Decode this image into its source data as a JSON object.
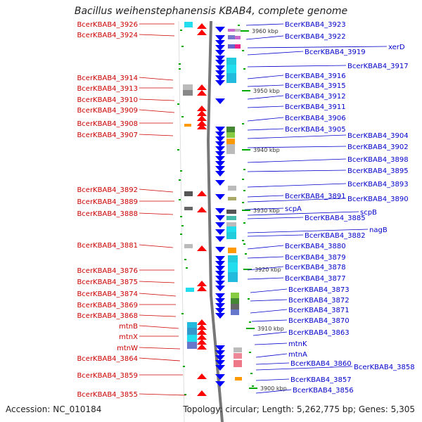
{
  "title": "Bacillus weihenstephanensis KBAB4, complete genome",
  "footer": {
    "accession": "Accession: NC_010184",
    "topology": "Topology: circular; Length: 5,262,775 bp; Genes: 5,305"
  },
  "colors": {
    "left_label": "#cc0000",
    "right_label": "#0000cc",
    "left_gene": "#ff0000",
    "right_gene": "#0000ff",
    "backbone": "#777777",
    "tick": "#00aa00"
  },
  "bp_ticks": [
    "3960 kbp",
    "3950 kbp",
    "3940 kbp",
    "3930 kbp",
    "3920 kbp",
    "3910 kbp",
    "3900 kbp"
  ],
  "left_labels": [
    "BcerKBAB4_3926",
    "BcerKBAB4_3924",
    "BcerKBAB4_3914",
    "BcerKBAB4_3913",
    "BcerKBAB4_3910",
    "BcerKBAB4_3909",
    "BcerKBAB4_3908",
    "BcerKBAB4_3907",
    "BcerKBAB4_3892",
    "BcerKBAB4_3889",
    "BcerKBAB4_3888",
    "BcerKBAB4_3881",
    "BcerKBAB4_3876",
    "BcerKBAB4_3875",
    "BcerKBAB4_3874",
    "BcerKBAB4_3869",
    "BcerKBAB4_3868",
    "mtnB",
    "mtnX",
    "mtnW",
    "BcerKBAB4_3864",
    "BcerKBAB4_3859",
    "BcerKBAB4_3855"
  ],
  "right_labels": [
    "BcerKBAB4_3923",
    "BcerKBAB4_3922",
    "xerD",
    "BcerKBAB4_3919",
    "BcerKBAB4_3917",
    "BcerKBAB4_3916",
    "BcerKBAB4_3915",
    "BcerKBAB4_3912",
    "BcerKBAB4_3911",
    "BcerKBAB4_3906",
    "BcerKBAB4_3905",
    "BcerKBAB4_3904",
    "BcerKBAB4_3902",
    "BcerKBAB4_3898",
    "BcerKBAB4_3895",
    "BcerKBAB4_3893",
    "BcerKBAB4_3891",
    "BcerKBAB4_3890",
    "scpA",
    "scpB",
    "BcerKBAB4_3885",
    "nagB",
    "BcerKBAB4_3882",
    "BcerKBAB4_3880",
    "BcerKBAB4_3879",
    "BcerKBAB4_3878",
    "BcerKBAB4_3877",
    "BcerKBAB4_3873",
    "BcerKBAB4_3872",
    "BcerKBAB4_3871",
    "BcerKBAB4_3870",
    "BcerKBAB4_3863",
    "mtnK",
    "mtnA",
    "BcerKBAB4_3860",
    "BcerKBAB4_3858",
    "BcerKBAB4_3857",
    "BcerKBAB4_3856"
  ]
}
